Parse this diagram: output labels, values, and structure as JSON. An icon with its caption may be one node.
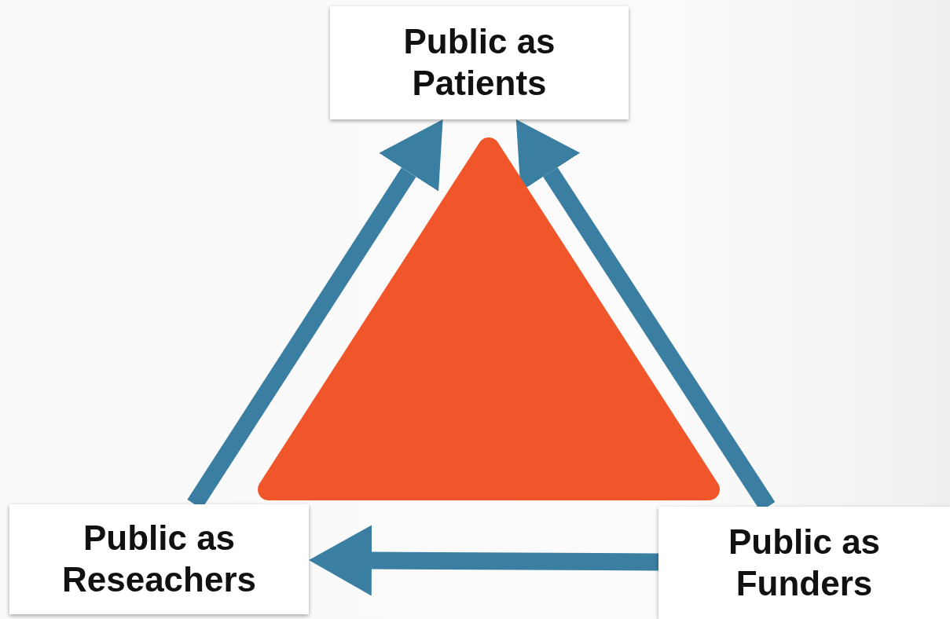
{
  "diagram": {
    "nodes": [
      {
        "text": [
          "Public as Patients"
        ]
      },
      {
        "text": [
          "Public as Reseachers"
        ]
      },
      {
        "text": [
          "Public as Funders"
        ]
      },
      {
        "text": [],
        "shape": "triangle"
      }
    ],
    "edges": [
      {
        "from": 1,
        "to": 0,
        "arrow": "to"
      },
      {
        "from": 2,
        "to": 0,
        "arrow": "to"
      },
      {
        "from": 2,
        "to": 1,
        "arrow": "to"
      }
    ]
  }
}
